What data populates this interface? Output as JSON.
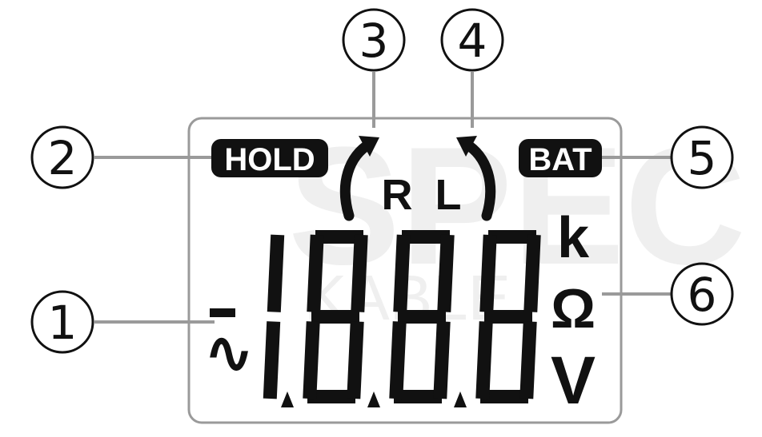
{
  "callouts": [
    {
      "number": "1",
      "target": "ac-symbol"
    },
    {
      "number": "2",
      "target": "hold-indicator"
    },
    {
      "number": "3",
      "target": "rotation-right-indicator"
    },
    {
      "number": "4",
      "target": "rotation-left-indicator"
    },
    {
      "number": "5",
      "target": "battery-indicator"
    },
    {
      "number": "6",
      "target": "unit-indicators"
    }
  ],
  "lcd": {
    "hold_label": "HOLD",
    "bat_label": "BAT",
    "rotation_right_label": "R",
    "rotation_left_label": "L",
    "ac_symbol": "∿",
    "digits": "1888",
    "unit_kilo": "k",
    "unit_ohm": "Ω",
    "unit_volt": "V"
  },
  "watermark": {
    "line1": "SPEC",
    "line2": "KABLE"
  },
  "colors": {
    "ink": "#111111",
    "lcd_border": "#9a9a9a",
    "leader": "#9a9a9a",
    "watermark": "#e6e6e6"
  }
}
